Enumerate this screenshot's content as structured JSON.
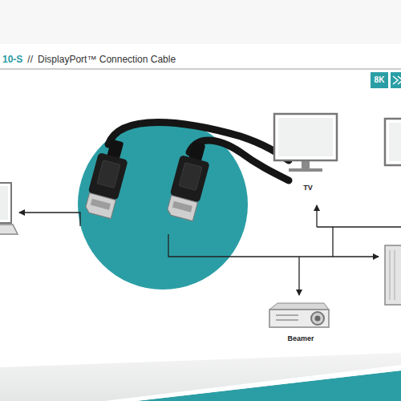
{
  "diagram": {
    "title": "DisplayPort™ Connection Cable",
    "nodes": [
      {
        "text": [
          "TV"
        ]
      },
      {
        "text": [
          "Beamer"
        ]
      }
    ],
    "labels": [
      "10-S",
      "//",
      "8K"
    ]
  }
}
